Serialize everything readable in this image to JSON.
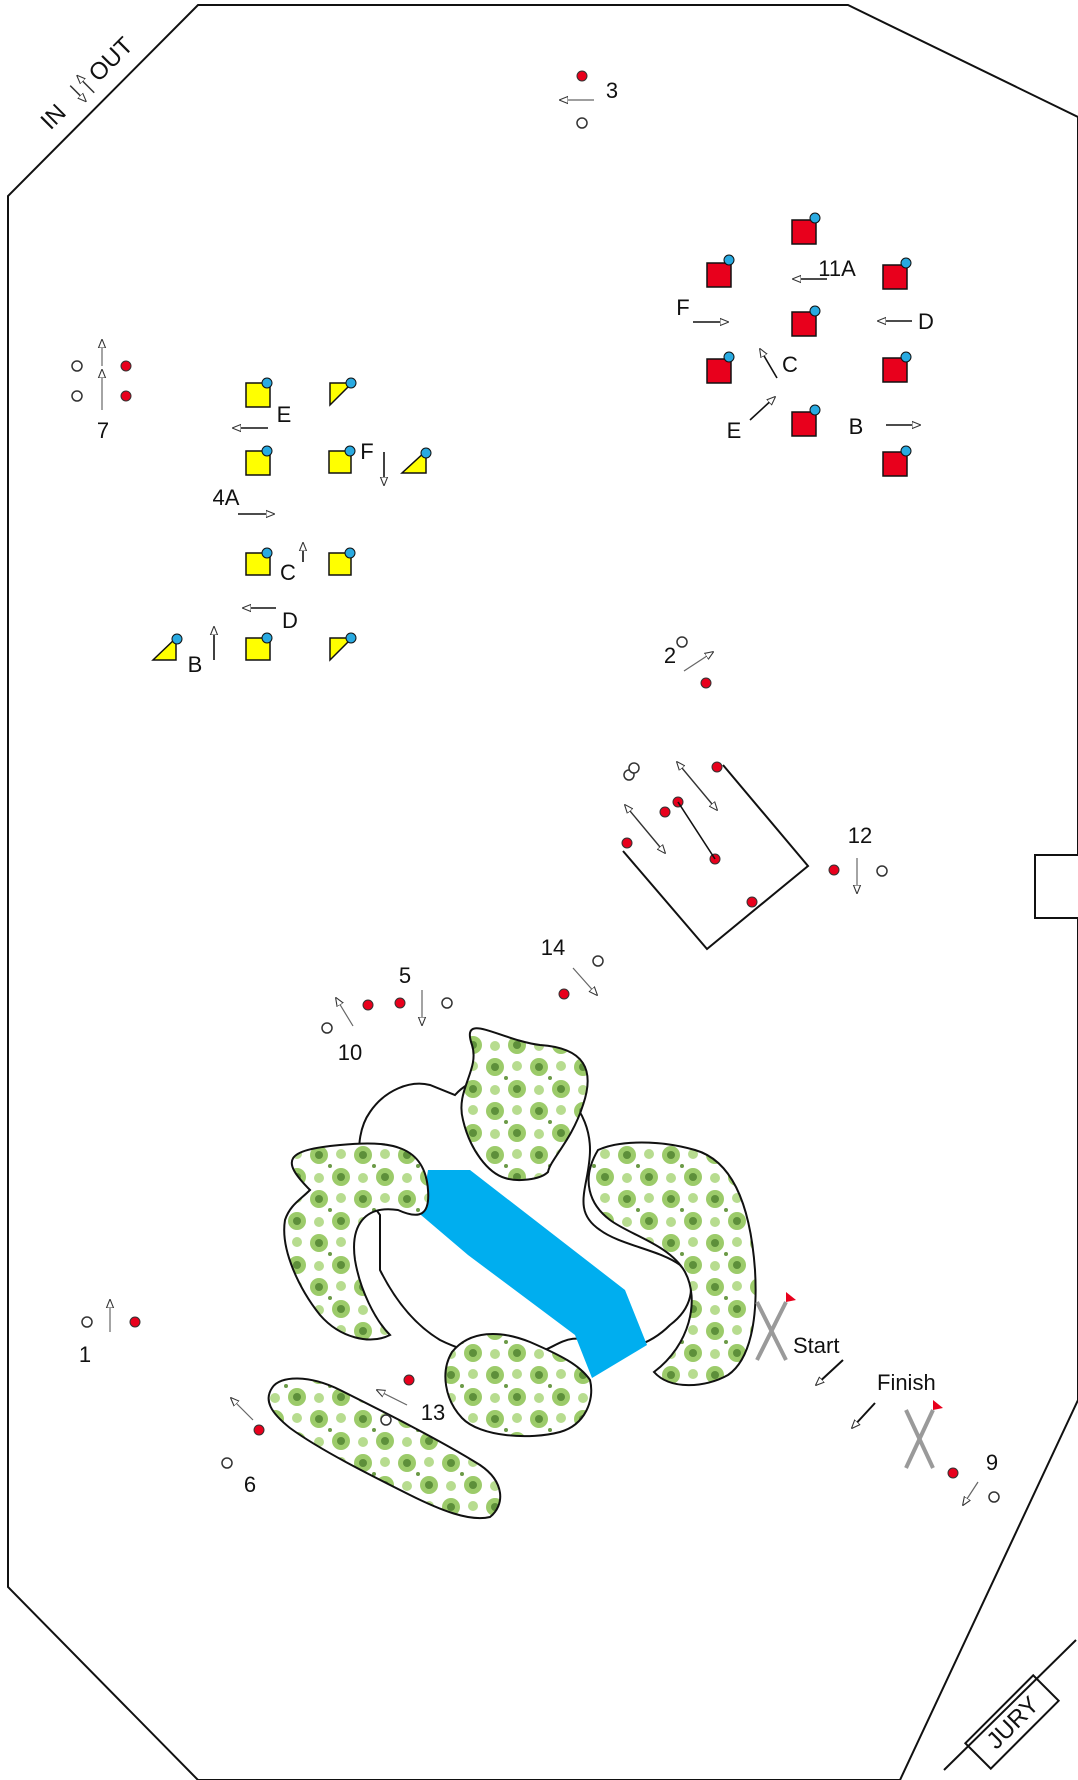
{
  "arena": {
    "entrance_in": "IN",
    "entrance_out": "OUT",
    "jury": "JURY",
    "start": "Start",
    "finish": "Finish"
  },
  "obstacles": {
    "ob1": "1",
    "ob2": "2",
    "ob3": "3",
    "ob4a": "4A",
    "ob5": "5",
    "ob6": "6",
    "ob7": "7",
    "ob9": "9",
    "ob10": "10",
    "ob11a": "11A",
    "ob12": "12",
    "ob13": "13",
    "ob14": "14"
  },
  "yellow_group": {
    "b": "B",
    "c": "C",
    "d": "D",
    "e": "E",
    "f": "F"
  },
  "red_group": {
    "b": "B",
    "c": "C",
    "d": "D",
    "e": "E",
    "f": "F"
  },
  "colors": {
    "red_marker": "#e8001c",
    "yellow_marker": "#ffff00",
    "blue_dot": "#29aae1",
    "water": "#00aeef",
    "shrub": "#7fb843"
  }
}
